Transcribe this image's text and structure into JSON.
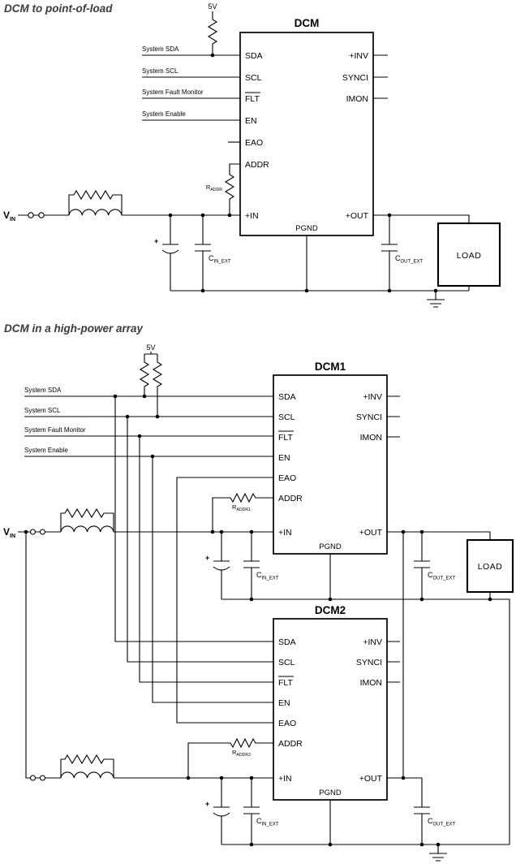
{
  "colors": {
    "ink": "#000000",
    "title_text": "#3c3c3c",
    "background": "#ffffff"
  },
  "s1": {
    "title": "DCM  to point-of-load",
    "supply_label": "5V",
    "vin_main": "V",
    "vin_sub": "IN",
    "signals": [
      "System SDA",
      "System SCL",
      "System Fault Monitor",
      "System Enable"
    ],
    "chip": {
      "title": "DCM",
      "pins_left": [
        "SDA",
        "SCL",
        "FLT",
        "EN",
        "EAO",
        "ADDR",
        "+IN"
      ],
      "pins_right": [
        "+INV",
        "SYNCI",
        "IMON",
        "+OUT"
      ],
      "pin_bottom": "PGND"
    },
    "raddr_main": "R",
    "raddr_sub": "ADDR",
    "plus": "+",
    "cin_main": "C",
    "cin_sub": "IN_EXT",
    "cout_main": "C",
    "cout_sub": "OUT_EXT",
    "load_label": "LOAD"
  },
  "s2": {
    "title": "DCM  in a high-power array",
    "supply_label": "5V",
    "vin_main": "V",
    "vin_sub": "IN",
    "signals": [
      "System SDA",
      "System SCL",
      "System Fault Monitor",
      "System Enable"
    ],
    "chip1": {
      "title": "DCM1",
      "pins_left": [
        "SDA",
        "SCL",
        "FLT",
        "EN",
        "EAO",
        "ADDR",
        "+IN"
      ],
      "pins_right": [
        "+INV",
        "SYNCI",
        "IMON",
        "+OUT"
      ],
      "pin_bottom": "PGND"
    },
    "chip2": {
      "title": "DCM2",
      "pins_left": [
        "SDA",
        "SCL",
        "FLT",
        "EN",
        "EAO",
        "ADDR",
        "+IN"
      ],
      "pins_right": [
        "+INV",
        "SYNCI",
        "IMON",
        "+OUT"
      ],
      "pin_bottom": "PGND"
    },
    "raddr1_main": "R",
    "raddr1_sub": "ADDR1",
    "raddr2_main": "R",
    "raddr2_sub": "ADDR2",
    "plus": "+",
    "cin_main": "C",
    "cin_sub": "IN_EXT",
    "cout_main": "C",
    "cout_sub": "OUT_EXT",
    "load_label": "LOAD"
  }
}
